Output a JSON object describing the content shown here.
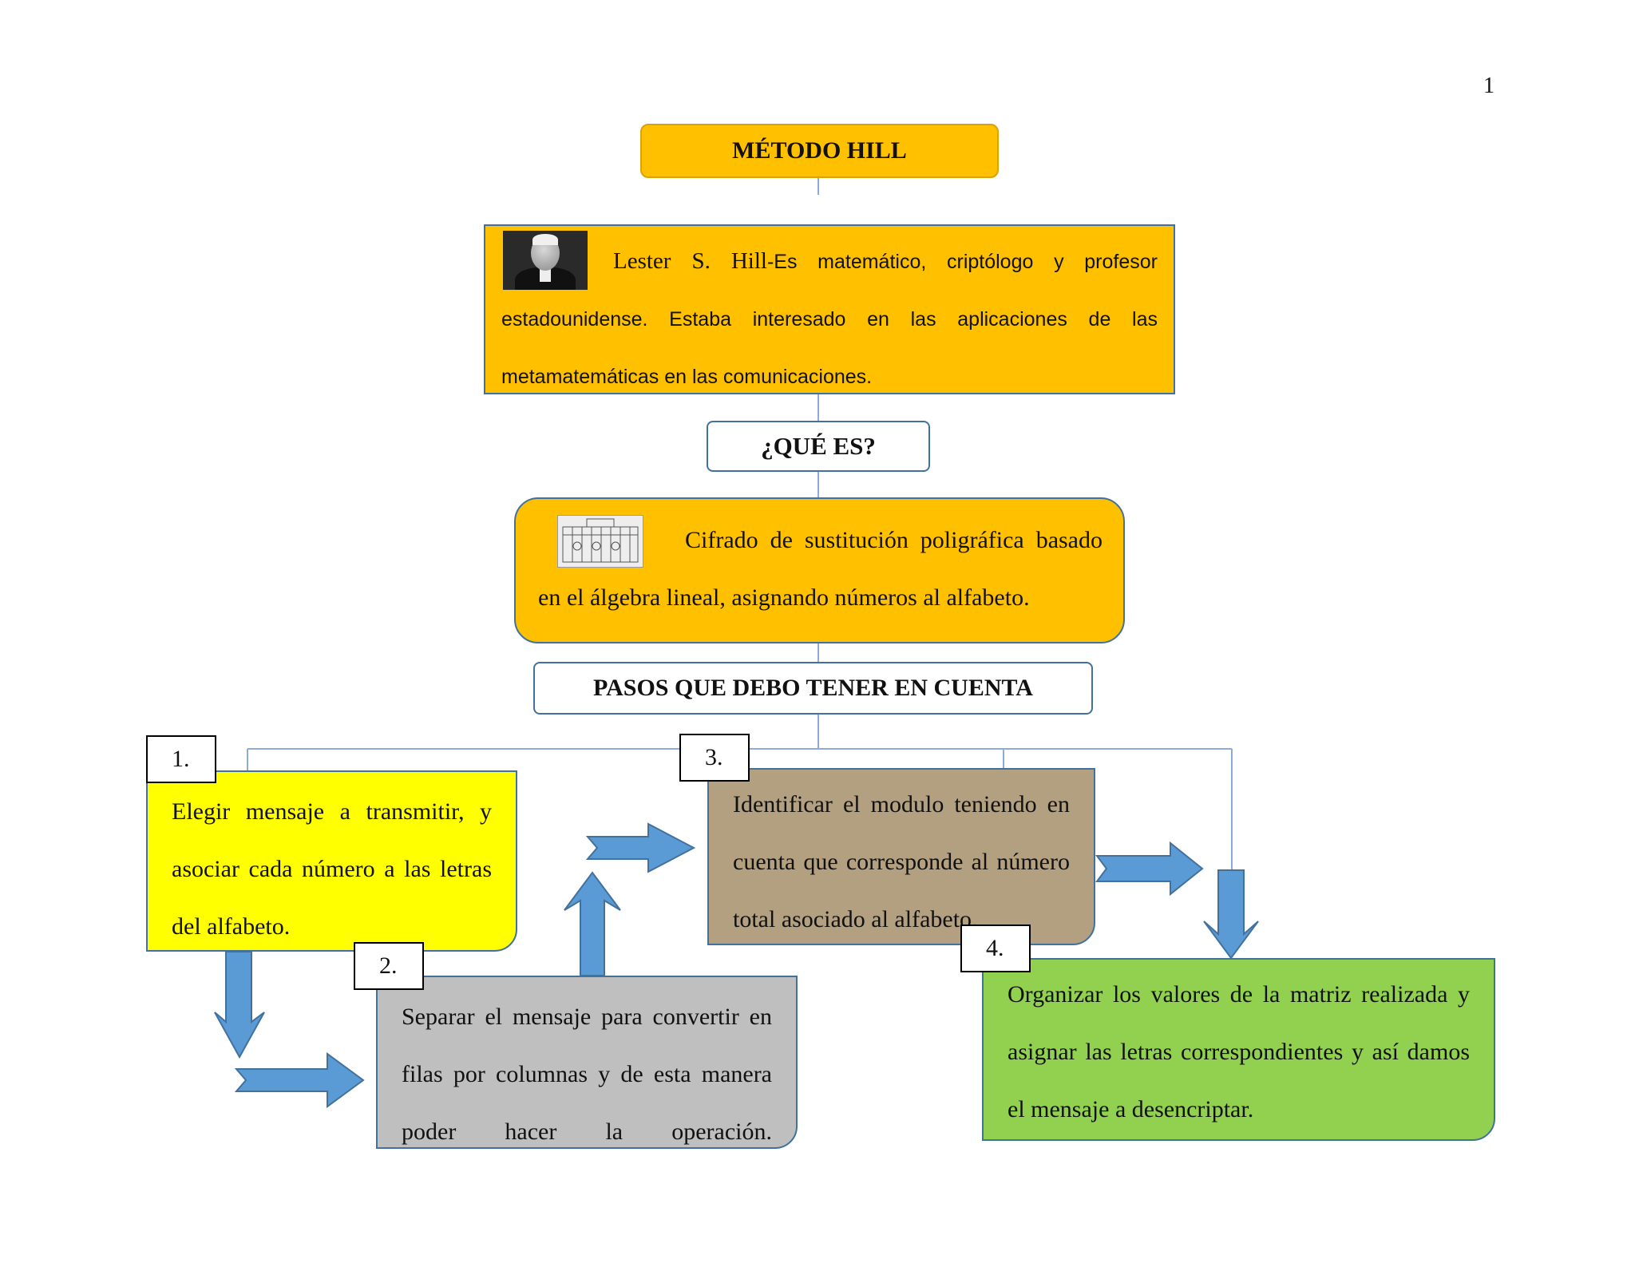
{
  "page_number": "1",
  "title": "MÉTODO HILL",
  "bio": {
    "name": "Lester S. Hill",
    "text": "-Es matemático, criptólogo y profesor estadounidense. Estaba interesado en las aplicaciones de las metamatemáticas en las comunicaciones."
  },
  "question": "¿QUÉ ES?",
  "definition": "Cifrado de sustitución poligráfica basado en el álgebra lineal, asignando números al alfabeto.",
  "steps_header": "PASOS QUE DEBO TENER EN CUENTA",
  "steps": [
    {
      "number": "1.",
      "text": "Elegir mensaje a transmitir, y asociar cada número a las letras del alfabeto."
    },
    {
      "number": "2.",
      "text": "Separar el mensaje para convertir en filas por columnas y de esta manera poder hacer la operación."
    },
    {
      "number": "3.",
      "text": "Identificar el modulo teniendo en cuenta que corresponde al número total asociado al alfabeto."
    },
    {
      "number": "4.",
      "text": "Organizar los valores de la matriz realizada y asignar las letras correspondientes y así damos el mensaje a desencriptar."
    }
  ],
  "colors": {
    "title_fill": "#FFC000",
    "step1_fill": "#FFFF00",
    "step2_fill": "#BFBFBF",
    "step3_fill": "#B3A080",
    "step4_fill": "#92D050",
    "arrow_fill": "#5B9BD5",
    "border": "#41719C"
  },
  "images": [
    "portrait-photo",
    "cipher-machine-drawing"
  ]
}
